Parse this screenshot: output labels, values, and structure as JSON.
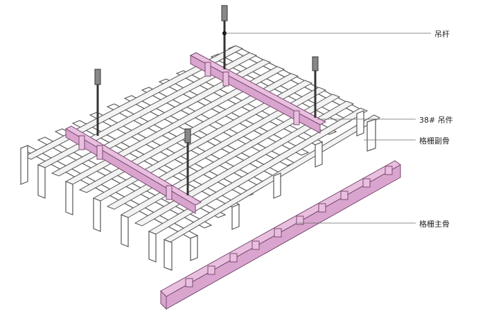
{
  "labels": {
    "rod": "吊杆",
    "hanger": "38# 吊件",
    "sub_keel": "格栅副骨",
    "main_keel": "格栅主骨"
  },
  "colors": {
    "keel": "#e9bfe0",
    "grid_stroke": "#555555",
    "rod": "#333333"
  }
}
